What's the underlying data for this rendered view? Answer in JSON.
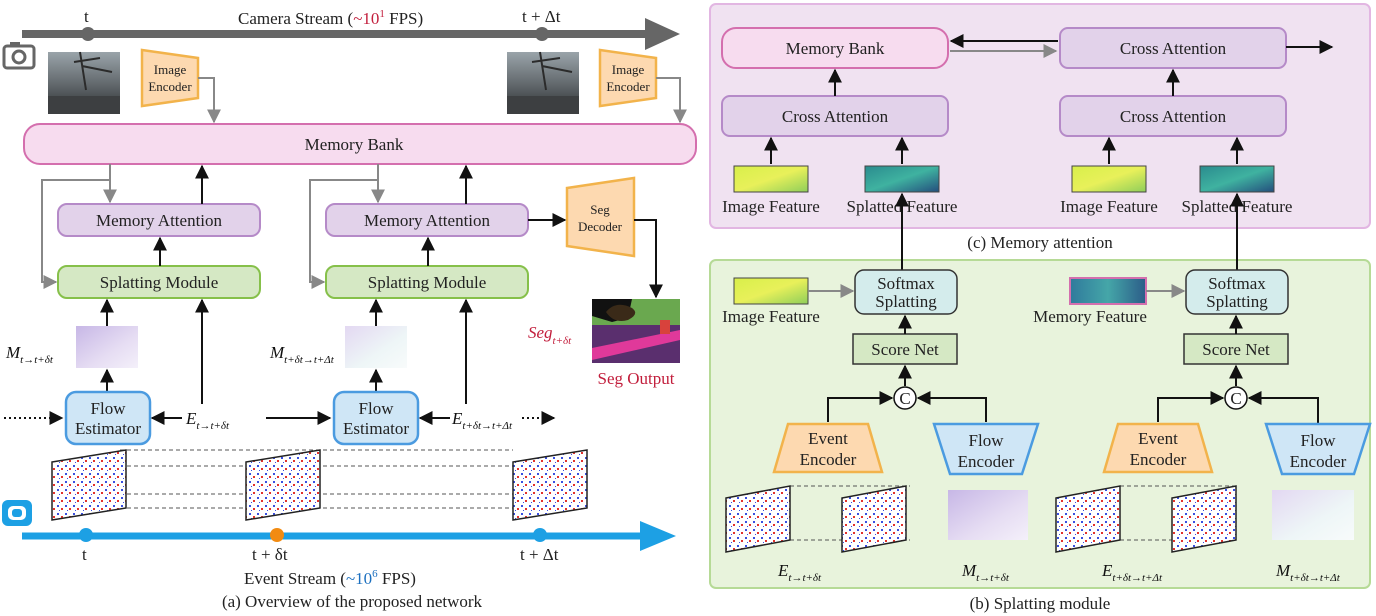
{
  "colors": {
    "memory_fill": "#f7dcef",
    "memory_stroke": "#d46fae",
    "attn_fill": "#e2d2ea",
    "attn_stroke": "#b58ac8",
    "splat_fill": "#d5e8c4",
    "splat_stroke": "#86c04a",
    "flow_fill": "#cfe6f6",
    "flow_stroke": "#4b9be0",
    "encoder_fill": "#fdd9b0",
    "encoder_stroke": "#f2b34b",
    "panel_b_fill": "#e8f3dc",
    "panel_b_stroke": "#b6da96",
    "panel_c_fill": "#f0e2f1",
    "panel_c_stroke": "#e2b6e2",
    "event_axis": "#1da0e4",
    "camera_axis": "#666666",
    "accent_red": "#c21e3c",
    "accent_blue": "#1b6fbf",
    "orange_dot": "#f28b12"
  },
  "panel_a": {
    "camera_stream": {
      "prefix": "Camera Stream (",
      "approx": "~10",
      "sup": "1",
      "suffix": " FPS)"
    },
    "t_label": "t",
    "t_dt_label": "t + Δt",
    "t_delta_label": "t + δt",
    "image_encoder": [
      "Image",
      "Encoder"
    ],
    "memory_bank": "Memory Bank",
    "memory_attention": "Memory Attention",
    "splatting_module": "Splatting Module",
    "seg_decoder": [
      "Seg",
      "Decoder"
    ],
    "flow_estimator": [
      "Flow",
      "Estimator"
    ],
    "seg_output": "Seg Output",
    "seg_symbol": {
      "main": "Seg",
      "sub": "t+δt"
    },
    "m1": {
      "main": "M",
      "sub": "t→t+δt"
    },
    "m2": {
      "main": "M",
      "sub": "t+δt→t+Δt"
    },
    "e1": {
      "main": "E",
      "sub": "t→t+δt"
    },
    "e2": {
      "main": "E",
      "sub": "t+δt→t+Δt"
    },
    "event_stream": {
      "prefix": "Event Stream (",
      "approx": "~10",
      "sup": "6",
      "suffix": " FPS)"
    },
    "caption": "(a) Overview of  the proposed network"
  },
  "panel_b": {
    "softmax": [
      "Softmax",
      "Splatting"
    ],
    "score_net": "Score Net",
    "concat": "C",
    "event_encoder": [
      "Event",
      "Encoder"
    ],
    "flow_encoder": [
      "Flow",
      "Encoder"
    ],
    "image_feature": "Image Feature",
    "memory_feature": "Memory Feature",
    "e1": {
      "main": "E",
      "sub": "t→t+δt"
    },
    "m1": {
      "main": "M",
      "sub": "t→t+δt"
    },
    "e2": {
      "main": "E",
      "sub": "t+δt→t+Δt"
    },
    "m2": {
      "main": "M",
      "sub": "t+δt→t+Δt"
    },
    "caption": "(b) Splatting module"
  },
  "panel_c": {
    "memory_bank": "Memory Bank",
    "cross_attention": "Cross Attention",
    "image_feature": "Image Feature",
    "splatted_feature": "Splatted Feature",
    "caption": "(c) Memory attention"
  }
}
